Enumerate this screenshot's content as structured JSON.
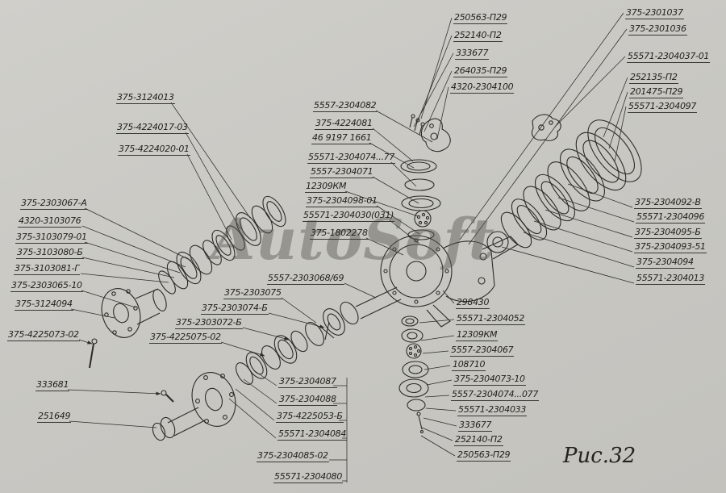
{
  "figure": {
    "caption": "Рис.32"
  },
  "watermark": "AutoSoft",
  "colors": {
    "background": "#c9c8c3",
    "ink": "#2c2b28",
    "watermark": "#585750"
  },
  "labels": {
    "top_center": [
      "250563-П29",
      "252140-П2",
      "333677",
      "264035-П29",
      "4320-2304100"
    ],
    "top_right": [
      "375-2301037",
      "375-2301036",
      "55571-2304037-01",
      "252135-П2",
      "201475-П29",
      "55571-2304097"
    ],
    "left_upper": [
      "375-3124013",
      "375-4224017-03",
      "375-4224020-01"
    ],
    "left_mid": [
      "375-2303067-А",
      "4320-3103076",
      "375-3103079-01",
      "375-3103080-Б",
      "375-3103081-Г",
      "375-2303065-10",
      "375-3124094",
      "375-4225073-02"
    ],
    "left_lower": [
      "333681",
      "251649"
    ],
    "mid_upper": [
      "5557-2304082",
      "375-4224081",
      "46 9197 1661",
      "55571-2304074...77",
      "5557-2304071",
      "12309КМ",
      "375-2304098-01",
      "55571-2304030(031)",
      "375-1802278"
    ],
    "mid_diagonal": [
      "5557-2303068/69",
      "375-2303075",
      "375-2303074-Б",
      "375-2303072-Б",
      "375-4225075-02"
    ],
    "right_column": [
      "375-2304092-В",
      "55571-2304096",
      "375-2304095-Б",
      "375-2304093-51",
      "375-2304094",
      "55571-2304013"
    ],
    "center_right_column": [
      "298430",
      "55571-2304052",
      "12309КМ",
      "5557-2304067",
      "108710",
      "375-2304073-10",
      "5557-2304074...077",
      "55571-2304033",
      "333677",
      "252140-П2",
      "250563-П29"
    ],
    "bottom_center": [
      "375-2304087",
      "375-2304088",
      "375-4225053-Б",
      "55571-2304084",
      "375-2304085-02",
      "55571-2304080"
    ]
  }
}
